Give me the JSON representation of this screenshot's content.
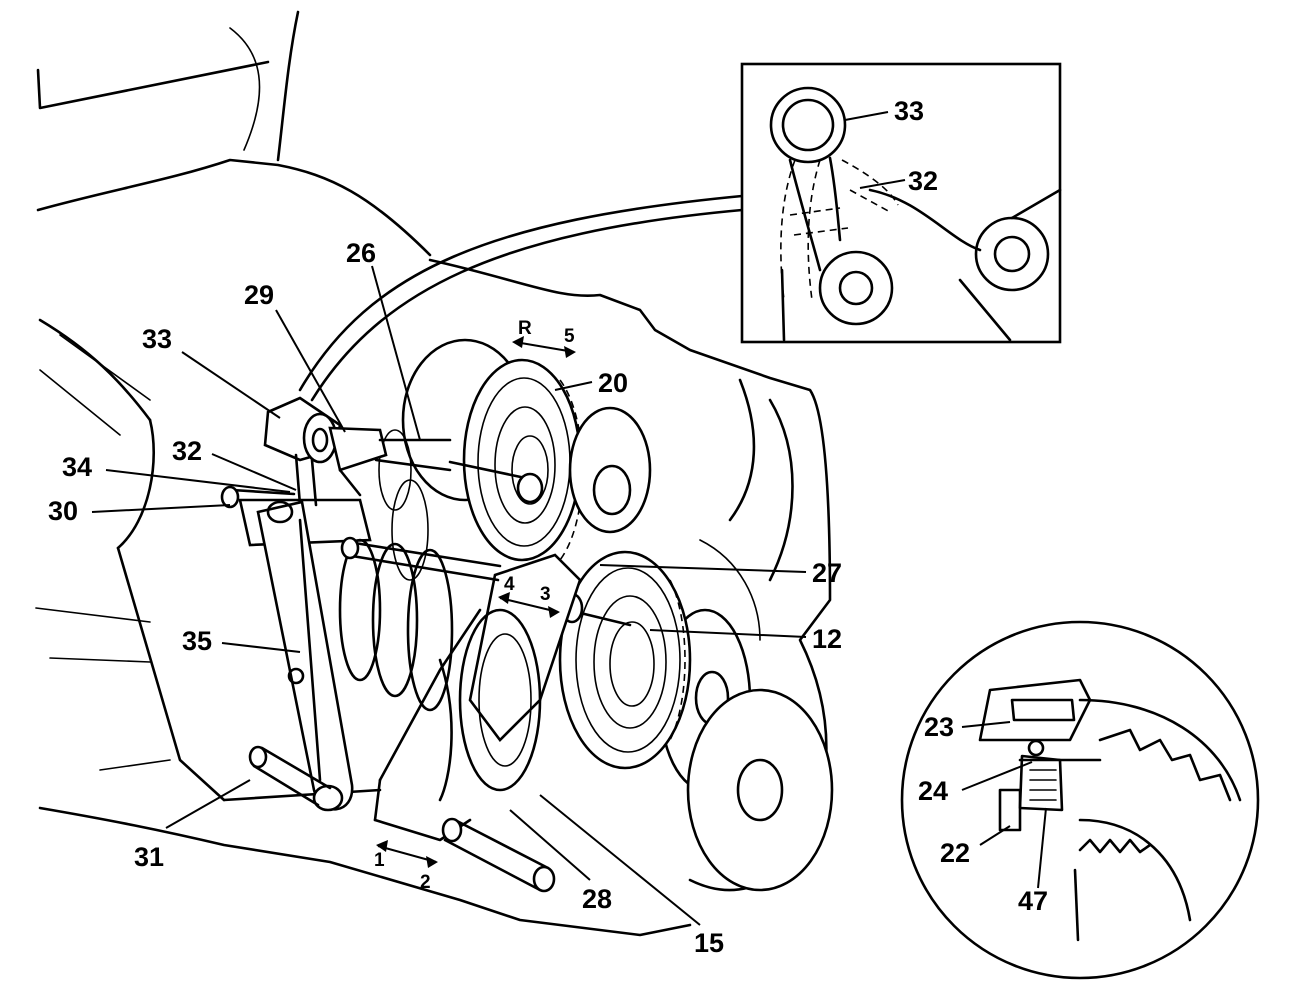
{
  "figure": {
    "labels": {
      "l33_main": "33",
      "l29": "29",
      "l26": "26",
      "l32_main": "32",
      "l34": "34",
      "l30": "30",
      "l35": "35",
      "l31": "31",
      "l20": "20",
      "l27": "27",
      "l12": "12",
      "l28": "28",
      "l15": "15",
      "l33_inset": "33",
      "l32_inset": "32",
      "l23": "23",
      "l24": "24",
      "l22": "22",
      "l47": "47"
    },
    "arrows": {
      "a_R": "R",
      "a_5": "5",
      "a_4": "4",
      "a_3": "3",
      "a_1": "1",
      "a_2": "2"
    }
  }
}
